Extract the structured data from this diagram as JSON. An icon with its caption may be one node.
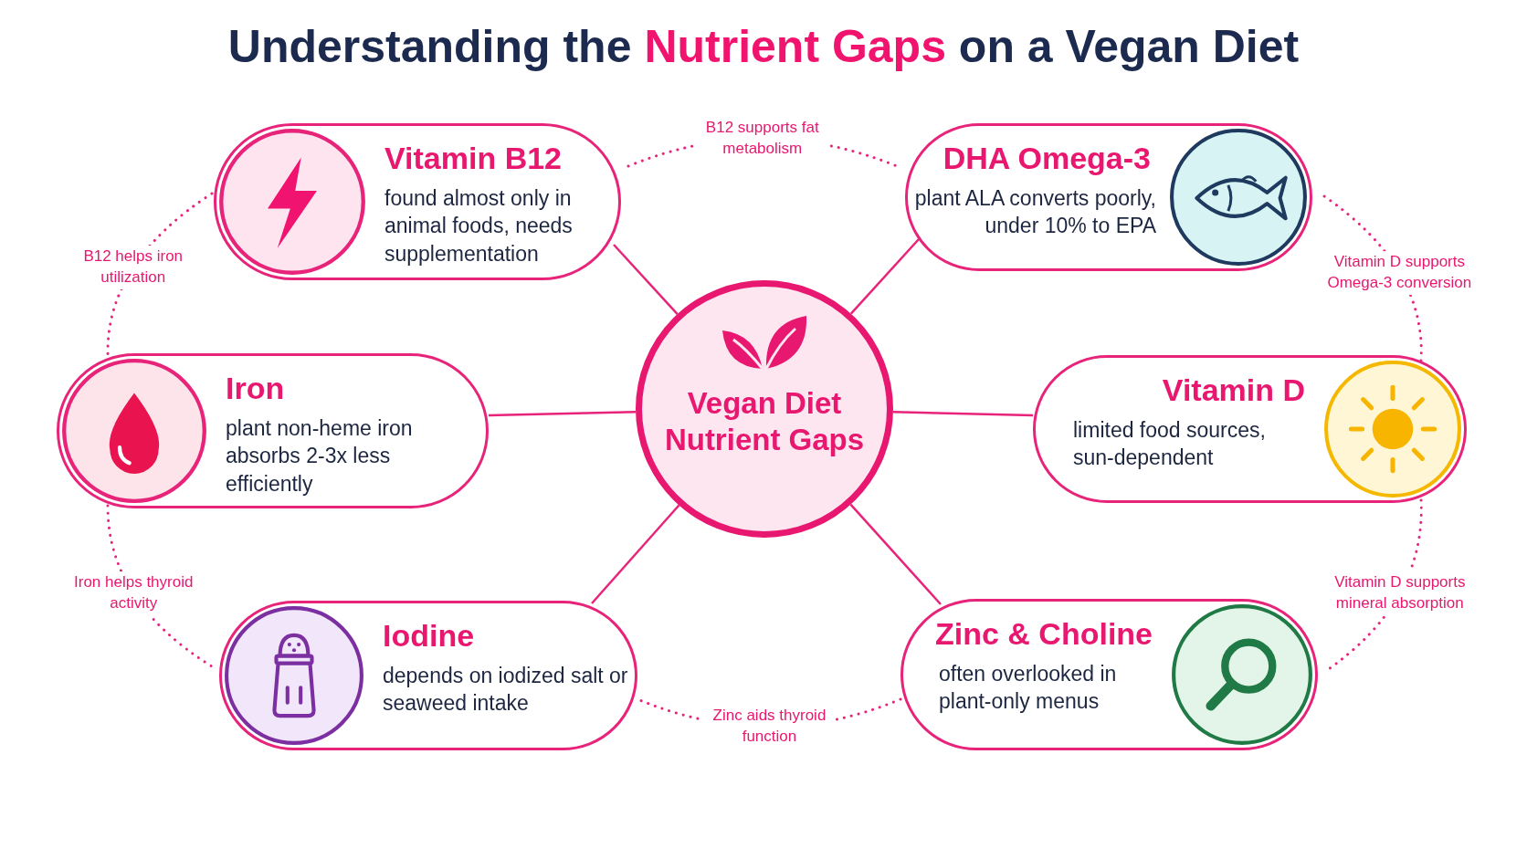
{
  "diagram": {
    "title": "Understanding the **Nutrient Gaps** on a Vegan Diet",
    "nodes": [
      {
        "text": [
          "Vegan Diet Nutrient Gaps"
        ]
      },
      {
        "text": [
          "Vitamin B12",
          "found almost only in animal foods, needs supplementation"
        ]
      },
      {
        "text": [
          "DHA Omega-3",
          "plant ALA converts poorly, under 10% to EPA"
        ]
      },
      {
        "text": [
          "Iron",
          "plant non-heme iron absorbs 2-3x less efficiently"
        ]
      },
      {
        "text": [
          "Vitamin D",
          "limited food sources, sun-dependent"
        ]
      },
      {
        "text": [
          "Iodine",
          "depends on iodized salt or seaweed intake"
        ]
      },
      {
        "text": [
          "Zinc & Choline",
          "often overlooked in plant-only menus"
        ]
      }
    ],
    "edges": [
      {
        "from": 0,
        "to": 1,
        "arrow": "none"
      },
      {
        "from": 0,
        "to": 2,
        "arrow": "none"
      },
      {
        "from": 0,
        "to": 3,
        "arrow": "none"
      },
      {
        "from": 0,
        "to": 4,
        "arrow": "none"
      },
      {
        "from": 0,
        "to": 5,
        "arrow": "none"
      },
      {
        "from": 0,
        "to": 6,
        "arrow": "none"
      },
      {
        "from": 1,
        "to": 2,
        "arrow": "none",
        "label": "B12 supports fat metabolism",
        "style": "dashed"
      },
      {
        "from": 4,
        "to": 2,
        "arrow": "none",
        "label": "Vitamin D supports Omega-3 conversion",
        "style": "dashed"
      },
      {
        "from": 4,
        "to": 6,
        "arrow": "none",
        "label": "Vitamin D supports mineral absorption",
        "style": "dashed"
      },
      {
        "from": 6,
        "to": 5,
        "arrow": "none",
        "label": "Zinc aids thyroid function",
        "style": "dashed"
      },
      {
        "from": 3,
        "to": 5,
        "arrow": "none",
        "label": "Iron helps thyroid activity",
        "style": "dashed"
      },
      {
        "from": 1,
        "to": 3,
        "arrow": "none",
        "label": "B12 helps iron utilization",
        "style": "dashed"
      }
    ]
  }
}
